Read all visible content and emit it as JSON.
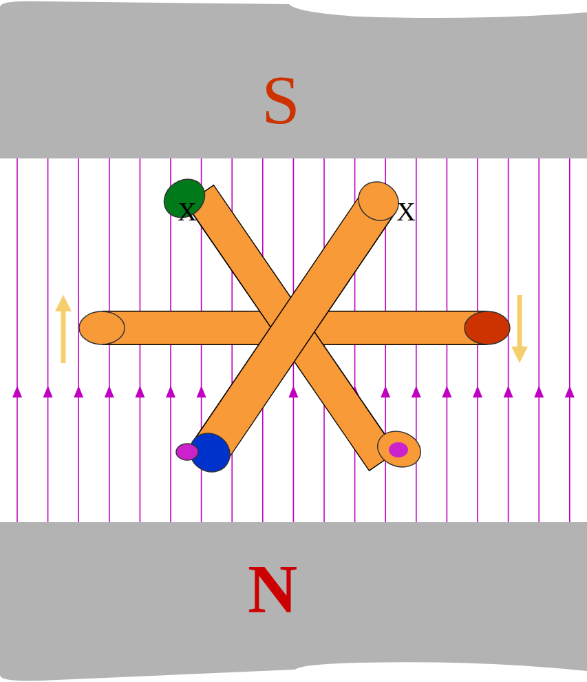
{
  "diagram": {
    "nodes": [
      {
        "text": [
          "S"
        ]
      },
      {
        "text": [
          "N"
        ]
      }
    ],
    "labels": [
      "X",
      "X"
    ]
  }
}
